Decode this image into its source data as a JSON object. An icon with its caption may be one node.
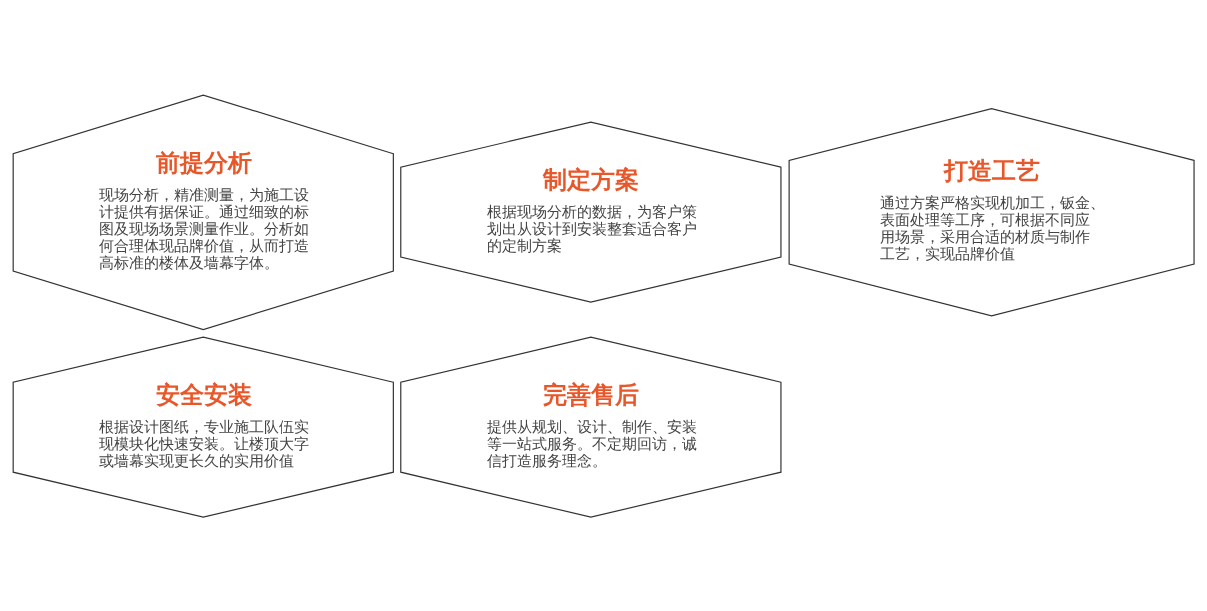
{
  "diagram": {
    "nodes": [
      {
        "text": [
          "前提分析",
          "现场分析，精准测量，为施工设计提供有据保证。通过细致的标图及现场场景测量作业。分析如何合理体现品牌价值，从而打造高标准的楼体及墙幕字体。"
        ]
      },
      {
        "text": [
          "制定方案",
          "根据现场分析的数据，为客户策划出从设计到安装整套适合客户的定制方案"
        ]
      },
      {
        "text": [
          "打造工艺",
          "通过方案严格实现机加工，钣金、表面处理等工序，可根据不同应用场景，采用合适的材质与制作工艺，实现品牌价值"
        ]
      },
      {
        "text": [
          "安全安装",
          "根据设计图纸，专业施工队伍实现模块化快速安装。让楼顶大字或墙幕实现更长久的实用价值"
        ]
      },
      {
        "text": [
          "完善售后",
          "提供从规划、设计、制作、安装等一站式服务。不定期回访，诚信打造服务理念。"
        ]
      }
    ],
    "edges": []
  }
}
